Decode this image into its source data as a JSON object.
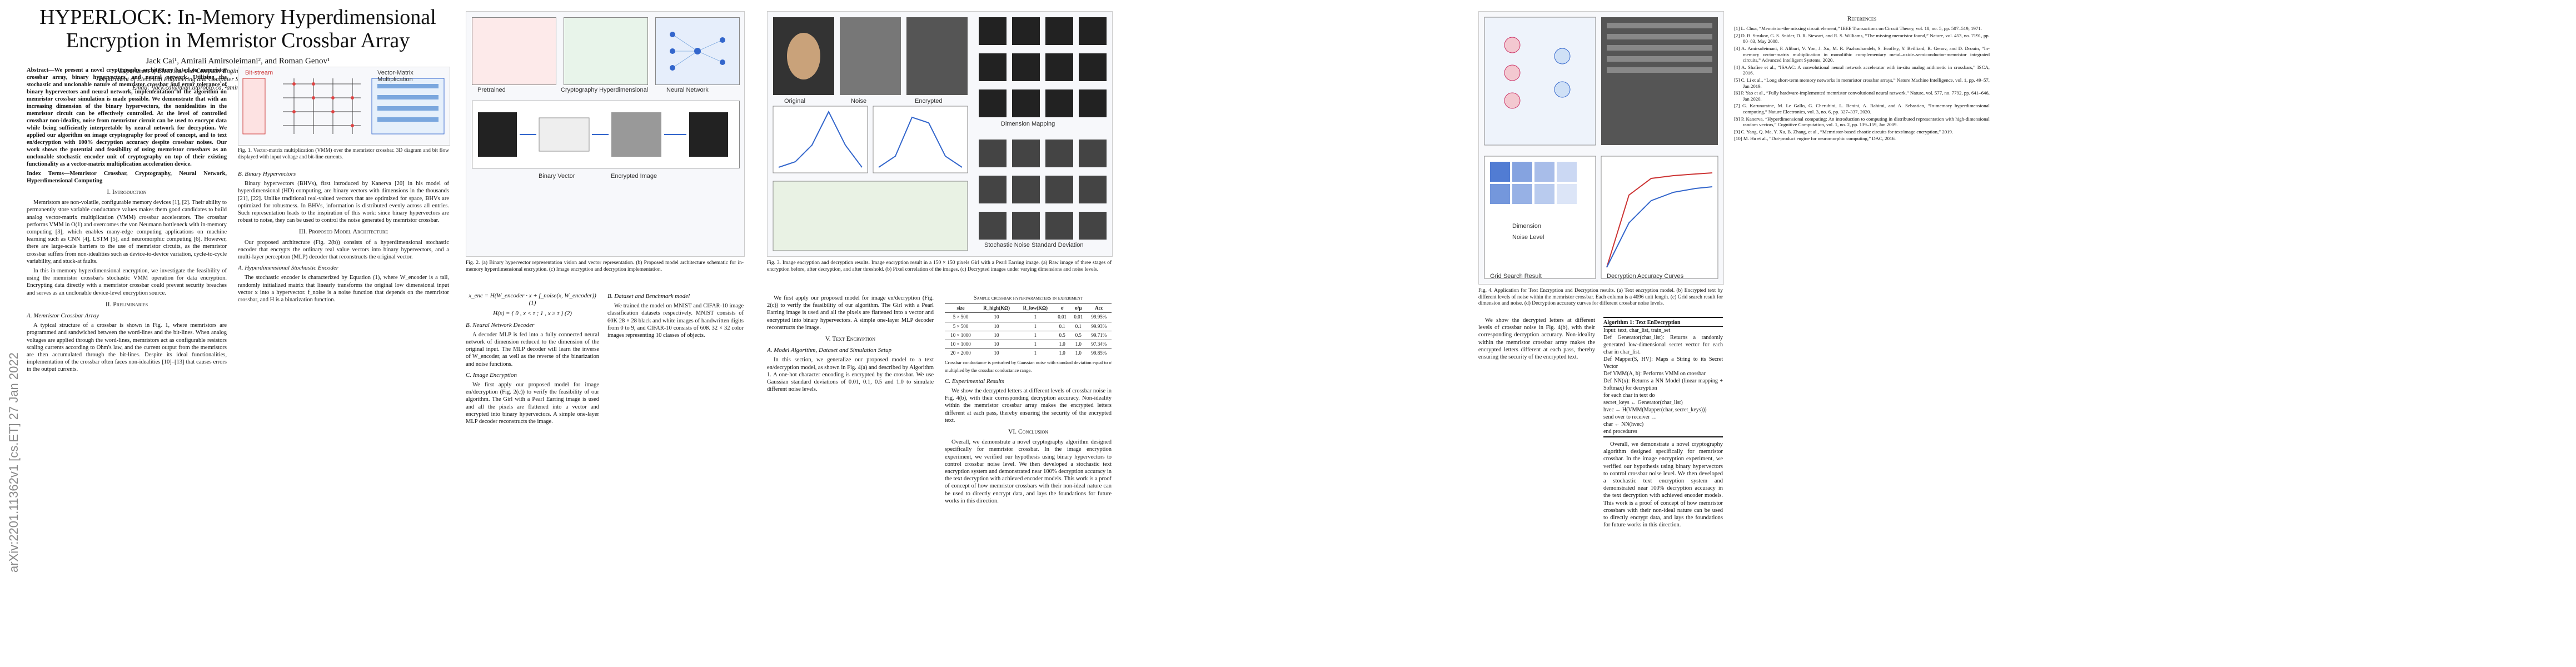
{
  "arxiv_stamp": "arXiv:2201.11362v1  [cs.ET]  27 Jan 2022",
  "paper": {
    "title": "HYPERLOCK: In-Memory Hyperdimensional Encryption in Memristor Crossbar Array",
    "authors": "Jack Cai¹, Amirali Amirsoleimani², and Roman Genov¹",
    "affiliations": [
      "¹Department of Electrical and Computer Engineering, University of Toronto, Toronto, Canada",
      "²Department of Electrical Engineering and Computer Science, York University, Toronto ON M3J 1P3, Canada",
      "Email: ¹jack.cai@mail.utoronto.ca, ²amiroli@yorku.ca, ¹roman@eecg.utoronto.ca"
    ],
    "abstract": "Abstract—We present a novel cryptography architecture based on memristor crossbar array, binary hypervectors, and neural network. Utilizing the stochastic and unclonable nature of memristor crossbar and error tolerance of binary hypervectors and neural network, implementation of the algorithm on memristor crossbar simulation is made possible. We demonstrate that with an increasing dimension of the binary hypervectors, the nonidealities in the memristor circuit can be effectively controlled. At the level of controlled crossbar non-ideality, noise from memristor circuit can be used to encrypt data while being sufficiently interpretable by neural network for decryption. We applied our algorithm on image cryptography for proof of concept, and to text en/decryption with 100% decryption accuracy despite crossbar noises. Our work shows the potential and feasibility of using memristor crossbars as an unclonable stochastic encoder unit of cryptography on top of their existing functionality as a vector-matrix multiplication acceleration device.",
    "index_terms": "Index Terms—Memristor Crossbar, Cryptography, Neural Network, Hyperdimensional Computing"
  },
  "figures": {
    "fig1_caption": "Fig. 1. Vector-matrix multiplication (VMM) over the memristor crossbar. 3D diagram and bit flow displayed with input voltage and bit-line currents.",
    "fig1_labels": [
      "Vector-Matrix Multiplication",
      "Bit-stream"
    ],
    "fig2_caption": "Fig. 2. (a) Binary hypervector representation vision and vector representation. (b) Proposed model architecture schematic for in-memory hyperdimensional encryption. (c) Image encryption and decryption implementation.",
    "fig2_labels": [
      "Pretrained",
      "Cryptography Hyperdimensional",
      "Neural Network",
      "Encrypted Image",
      "Binary Vector"
    ],
    "fig3_caption": "Fig. 3. Image encryption and decryption results. Image encryption result in a 150 × 150 pixels Girl with a Pearl Earring image. (a) Raw image of three stages of encryption before, after decryption, and after threshold. (b) Pixel correlation of the images. (c) Decrypted images under varying dimensions and noise levels.",
    "fig3_labels": [
      "Dimension Mapping",
      "Stochastic Noise Standard Deviation",
      "Noise",
      "Original",
      "Encrypted"
    ],
    "fig4_caption": "Fig. 4. Application for Text Encryption and Decryption results. (a) Text encryption model. (b) Encrypted text by different levels of noise within the memristor crossbar. Each column is a 4096 unit length. (c) Grid search result for dimension and noise. (d) Decryption accuracy curves for different crossbar noise levels.",
    "fig4_labels": [
      "Grid Search Result",
      "Decryption Accuracy Curves",
      "Dimension",
      "Noise Level"
    ]
  },
  "sections": {
    "intro_heading": "I. Introduction",
    "intro_text": "Memristors are non-volatile, configurable memory devices [1], [2]. Their ability to permanently store variable conductance values makes them good candidates to build analog vector-matrix multiplication (VMM) crossbar accelerators. The crossbar performs VMM in O(1) and overcomes the von Neumann bottleneck with in-memory computing [3], which enables many-edge computing applications on machine learning such as CNN [4], LSTM [5], and neuromorphic computing [6]. However, there are large-scale barriers to the use of memristor circuits, as the memristor crossbar suffers from non-idealities such as device-to-device variation, cycle-to-cycle variability, and stuck-at faults.",
    "intro_text_2": "In this in-memory hyperdimensional encryption, we investigate the feasibility of using the memristor crossbar's stochastic VMM operation for data encryption. Encrypting data directly with a memristor crossbar could prevent security breaches and serves as an unclonable device-level encryption source.",
    "prelim_heading": "II. Preliminaries",
    "crossbar_sub": "A. Memristor Crossbar Array",
    "crossbar_text": "A typical structure of a crossbar is shown in Fig. 1, where memristors are programmed and sandwiched between the word-lines and the bit-lines. When analog voltages are applied through the word-lines, memristors act as configurable resistors scaling currents according to Ohm's law, and the current output from the memristors are then accumulated through the bit-lines. Despite its ideal functionalities, implementation of the crossbar often faces non-idealities [10]–[13] that causes errors in the output currents.",
    "bhv_sub": "B. Binary Hypervectors",
    "bhv_text": "Binary hypervectors (BHVs), first introduced by Kanerva [20] in his model of hyperdimensional (HD) computing, are binary vectors with dimensions in the thousands [21], [22]. Unlike traditional real-valued vectors that are optimized for space, BHVs are optimized for robustness. In BHVs, information is distributed evenly across all entries. Such representation leads to the inspiration of this work: since binary hypervectors are robust to noise, they can be used to control the noise generated by memristor crossbar.",
    "arch_heading": "III. Proposed Model Architecture",
    "arch_text": "Our proposed architecture (Fig. 2(b)) consists of a hyperdimensional stochastic encoder that encrypts the ordinary real value vectors into binary hypervectors, and a multi-layer perceptron (MLP) decoder that reconstructs the original vector.",
    "hd_sub": "A. Hyperdimensional Stochastic Encoder",
    "hd_text": "The stochastic encoder is characterized by Equation (1), where W_encoder is a tall, randomly initialized matrix that linearly transforms the original low dimensional input vector x into a hypervector. f_noise is a noise function that depends on the memristor crossbar, and H is a binarization function.",
    "eq1": "x_enc = H(W_encoder · x + f_noise(x, W_encoder))     (1)",
    "eq2": "H(x) = { 0 , x < τ ;  1 , x ≥ τ }     (2)",
    "decoder_sub": "B. Neural Network Decoder",
    "decoder_text": "A decoder MLP is fed into a fully connected neural network of dimension reduced to the dimension of the original input. The MLP decoder will learn the inverse of W_encoder, as well as the reverse of the binarization and noise functions.",
    "image_sub": "C. Image Encryption",
    "image_text": "We first apply our proposed model for image en/decryption (Fig. 2(c)) to verify the feasibility of our algorithm. The Girl with a Pearl Earring image is used and all the pixels are flattened into a vector and encrypted into binary hypervectors. A simple one-layer MLP decoder reconstructs the image.",
    "text_heading": "V. Text Encryption",
    "text_sub_a": "A. Model Algorithm, Dataset and Simulation Setup",
    "text_text": "In this section, we generalize our proposed model to a text en/decryption model, as shown in Fig. 4(a) and described by Algorithm 1. A one-hot character encoding is encrypted by the crossbar. We use Gaussian standard deviations of 0.01, 0.1, 0.5 and 1.0 to simulate different noise levels.",
    "dataset_sub": "B. Dataset and Benchmark model",
    "dataset_text": "We trained the model on MNIST and CIFAR-10 image classification datasets respectively. MNIST consists of 60K 28 × 28 black and white images of handwritten digits from 0 to 9, and CIFAR-10 consists of 60K 32 × 32 color images representing 10 classes of objects.",
    "results_sub": "C. Experimental Results",
    "results_text": "We show the decrypted letters at different levels of crossbar noise in Fig. 4(b), with their corresponding decryption accuracy. Non-ideality within the memristor crossbar array makes the encrypted letters different at each pass, thereby ensuring the security of the encrypted text.",
    "conclusion_heading": "VI. Conclusion",
    "conclusion_text": "Overall, we demonstrate a novel cryptography algorithm designed specifically for memristor crossbar. In the image encryption experiment, we verified our hypothesis using binary hypervectors to control crossbar noise level. We then developed a stochastic text encryption system and demonstrated near 100% decryption accuracy in the text decryption with achieved encoder models. This work is a proof of concept of how memristor crossbars with their non-ideal nature can be used to directly encrypt data, and lays the foundations for future works in this direction."
  },
  "table": {
    "title": "Sample crossbar hyperparameters in experiment",
    "headers": [
      "size",
      "R_high(KΩ)",
      "R_low(KΩ)",
      "σ",
      "σ/μ",
      "Acc"
    ],
    "rows": [
      [
        "5 × 500",
        "10",
        "1",
        "0.01",
        "0.01",
        "99.95%"
      ],
      [
        "5 × 500",
        "10",
        "1",
        "0.1",
        "0.1",
        "99.93%"
      ],
      [
        "10 × 1000",
        "10",
        "1",
        "0.5",
        "0.5",
        "99.71%"
      ],
      [
        "10 × 1000",
        "10",
        "1",
        "1.0",
        "1.0",
        "97.34%"
      ],
      [
        "20 × 2000",
        "10",
        "1",
        "1.0",
        "1.0",
        "99.85%"
      ]
    ],
    "note": "Crossbar conductance is perturbed by Gaussian noise with standard deviation equal to σ multiplied by the crossbar conductance range."
  },
  "algorithm": {
    "title": "Algorithm 1: Text EnDecryption",
    "lines": [
      "Input: text, char_list, train_set",
      "Def Generator(char_list): Returns a randomly generated low-dimensional secret vector for each char in char_list.",
      "Def Mapper(S, HV): Maps a String to its Secret Vector",
      "Def VMM(A, b): Performs VMM on crossbar",
      "Def NN(x): Returns a NN Model (linear mapping + Softmax) for decryption",
      "for each char in text do",
      "  secret_keys ← Generator(char_list)",
      "  hvec ← H(VMM(Mapper(char, secret_keys)))",
      "  send over to receiver …",
      "  char ← NN(hvec)",
      "end procedures"
    ]
  },
  "references_heading": "References",
  "references": [
    "[1] L. Chua, “Memristor-the missing circuit element,” IEEE Transactions on Circuit Theory, vol. 18, no. 5, pp. 507–519, 1971.",
    "[2] D. B. Strukov, G. S. Snider, D. R. Stewart, and R. S. Williams, “The missing memristor found,” Nature, vol. 453, no. 7191, pp. 80–83, May 2008.",
    "[3] A. Amirsoleimani, F. Alibart, V. Yon, J. Xu, M. R. Pazhouhandeh, S. Ecoffey, Y. Beilliard, R. Genov, and D. Drouin, “In-memory vector-matrix multiplication in monolithic complementary metal–oxide–semiconductor-memristor integrated circuits,” Advanced Intelligent Systems, 2020.",
    "[4] A. Shafiee et al., “ISAAC: A convolutional neural network accelerator with in-situ analog arithmetic in crossbars,” ISCA, 2016.",
    "[5] C. Li et al., “Long short-term memory networks in memristor crossbar arrays,” Nature Machine Intelligence, vol. 1, pp. 49–57, Jan 2019.",
    "[6] P. Yao et al., “Fully hardware-implemented memristor convolutional neural network,” Nature, vol. 577, no. 7792, pp. 641–646, Jan 2020.",
    "[7] G. Karunaratne, M. Le Gallo, G. Cherubini, L. Benini, A. Rahimi, and A. Sebastian, “In-memory hyperdimensional computing,” Nature Electronics, vol. 3, no. 6, pp. 327–337, 2020.",
    "[8] P. Kanerva, “Hyperdimensional computing: An introduction to computing in distributed representation with high-dimensional random vectors,” Cognitive Computation, vol. 1, no. 2, pp. 139–159, Jan 2009.",
    "[9] C. Yang, Q. Ma, Y. Xu, B. Zhang, et al., “Memristor-based chaotic circuits for text/image encryption,” 2019.",
    "[10] M. Hu et al., “Dot-product engine for neuromorphic computing,” DAC, 2016."
  ],
  "icons": [
    "crossbar-3d-icon",
    "brain-network-icon"
  ]
}
